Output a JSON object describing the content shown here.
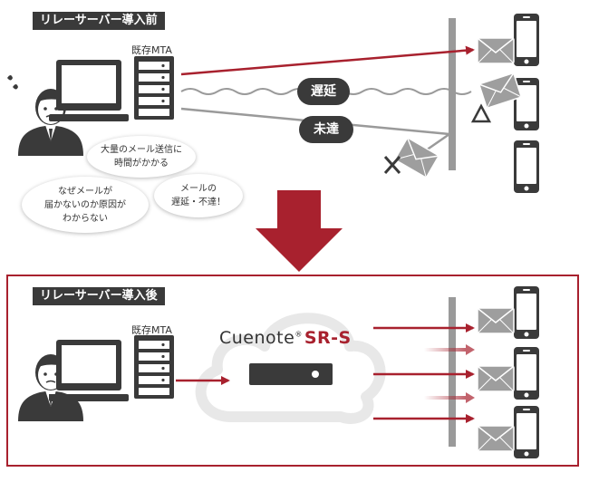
{
  "before": {
    "title": "リレーサーバー導入前",
    "mta_label": "既存MTA",
    "delay_label": "遅延",
    "undelivered_label": "未達",
    "bubbles": [
      "大量のメール送信に\n時間がかかる",
      "なぜメールが\n届かないのか原因が\nわからない",
      "メールの\n遅延・不達！"
    ]
  },
  "after": {
    "title": "リレーサーバー導入後",
    "mta_label": "既存MTA",
    "logo_brand": "Cuenote",
    "logo_reg": "®",
    "logo_product": "SR-S"
  },
  "colors": {
    "dark": "#3a3a3a",
    "accent_red": "#a8212e",
    "gray_line": "#9a9a9a",
    "envelope": "#9e9e9e",
    "cloud_border": "#e8e8e8"
  },
  "icons": [
    "person-icon",
    "computer-icon",
    "server-icon",
    "phone-icon",
    "envelope-icon",
    "cloud-icon",
    "down-arrow-icon"
  ]
}
